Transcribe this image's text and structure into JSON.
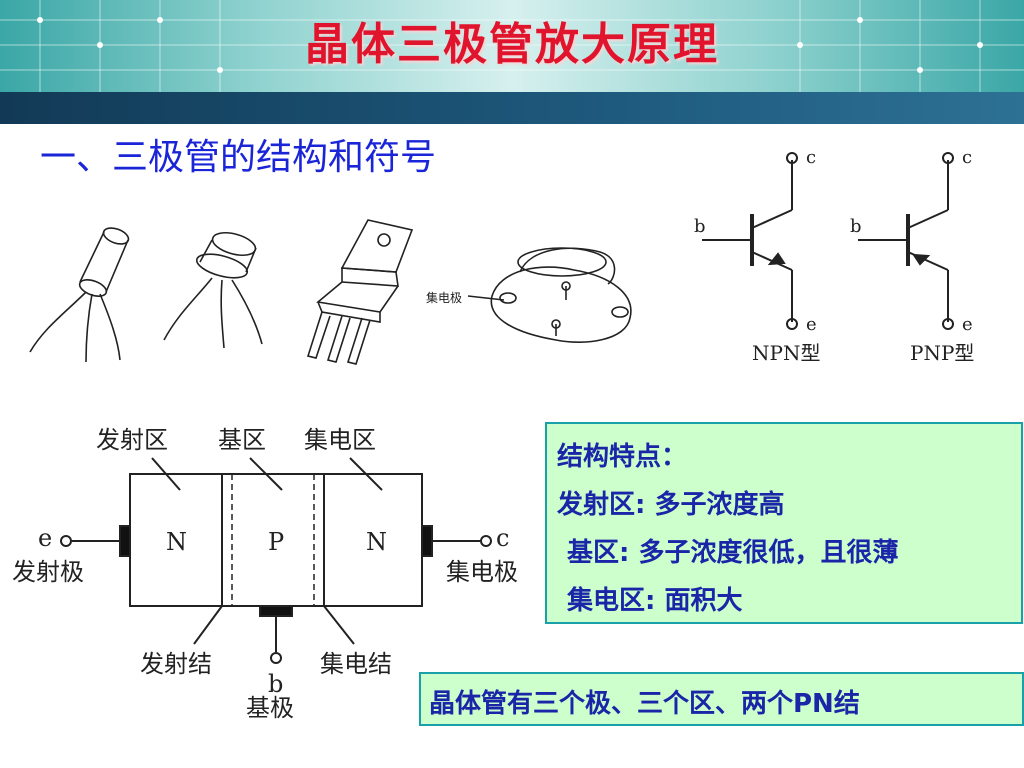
{
  "header": {
    "title": "晶体三极管放大原理"
  },
  "subtitle": "一、三极管的结构和符号",
  "package": {
    "collector_label": "集电极"
  },
  "symbols": {
    "npn": {
      "caption": "NPN型",
      "c": "c",
      "b": "b",
      "e": "e"
    },
    "pnp": {
      "caption": "PNP型",
      "c": "c",
      "b": "b",
      "e": "e"
    }
  },
  "structure": {
    "regions": {
      "emitter": "发射区",
      "base": "基区",
      "collector": "集电区"
    },
    "doping": {
      "left": "N",
      "mid": "P",
      "right": "N"
    },
    "terminals": {
      "e": "e",
      "c": "c",
      "b": "b"
    },
    "electrodes": {
      "emitter": "发射极",
      "collector": "集电极",
      "base": "基极"
    },
    "junctions": {
      "emitter": "发射结",
      "collector": "集电结"
    }
  },
  "features": {
    "heading": "结构特点：",
    "items": [
      "发射区: 多子浓度高",
      "基区: 多子浓度很低，且很薄",
      "集电区: 面积大"
    ]
  },
  "summary": "晶体管有三个极、三个区、两个PN结",
  "colors": {
    "title": "#e0142c",
    "subtitle": "#1a25d8",
    "box_fill": "#ccffcc",
    "box_text": "#1a25a8",
    "bar": "#1e5a7e"
  }
}
